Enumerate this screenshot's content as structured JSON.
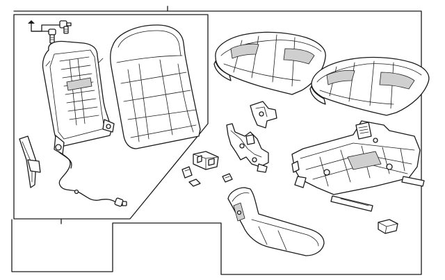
{
  "diagram": {
    "kind": "exploded-parts-illustration",
    "subject": "seat-assembly",
    "line_color": "#1a1a1a",
    "fill_color": "#ffffff",
    "shade_color": "#cfcfcf",
    "callouts": [],
    "parts": [
      {
        "id": "frame-bolts",
        "icon": "bolt-icon"
      },
      {
        "id": "seatback-frame",
        "icon": "frame-icon"
      },
      {
        "id": "seatback-cushion",
        "icon": "cushion-icon"
      },
      {
        "id": "side-shield",
        "icon": "trim-panel-icon"
      },
      {
        "id": "wire-harness",
        "icon": "cable-icon"
      },
      {
        "id": "seat-cushion-pad",
        "icon": "cushion-icon"
      },
      {
        "id": "seat-cushion-cover",
        "icon": "cushion-icon"
      },
      {
        "id": "recliner-bracket",
        "icon": "bracket-icon"
      },
      {
        "id": "side-bracket",
        "icon": "bracket-icon"
      },
      {
        "id": "switch-assembly",
        "icon": "switch-icon"
      },
      {
        "id": "small-clips",
        "icon": "clip-icon"
      },
      {
        "id": "armrest-trim",
        "icon": "armrest-icon"
      },
      {
        "id": "seat-track-frame",
        "icon": "track-icon"
      },
      {
        "id": "end-cap",
        "icon": "cap-icon"
      }
    ]
  }
}
